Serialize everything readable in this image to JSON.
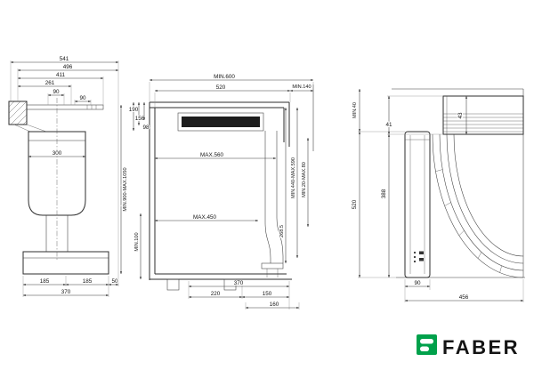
{
  "colors": {
    "brand_green": "#00a14b",
    "logo_text": "#414042",
    "line": "#2d2d2d"
  },
  "left_view": {
    "w541": "541",
    "w496": "496",
    "w411": "411",
    "w261": "261",
    "w90a": "90",
    "w90b": "90",
    "w300": "300",
    "height_range": "MIN.900-MAX.1050",
    "b185a": "185",
    "b185b": "185",
    "b370": "370",
    "b50": "50"
  },
  "middle_view": {
    "min600": "MIN.600",
    "t520": "520",
    "min140": "MIN.140",
    "l190": "190",
    "l156": "156",
    "l98": "98",
    "max560": "MAX.560",
    "max450": "MAX.450",
    "r440_590": "MIN.440-MAX.590",
    "r20_80": "MIN.20-MAX.80",
    "min100": "MIN.100",
    "r2685": "268.5",
    "b370": "370",
    "b220": "220",
    "b150": "150",
    "b160": "160"
  },
  "right_view": {
    "min40": "MIN.40",
    "h43": "43",
    "h41": "41",
    "h520": "520",
    "h388": "388",
    "b90": "90",
    "b456": "456"
  },
  "logo": {
    "brand": "FABER"
  }
}
